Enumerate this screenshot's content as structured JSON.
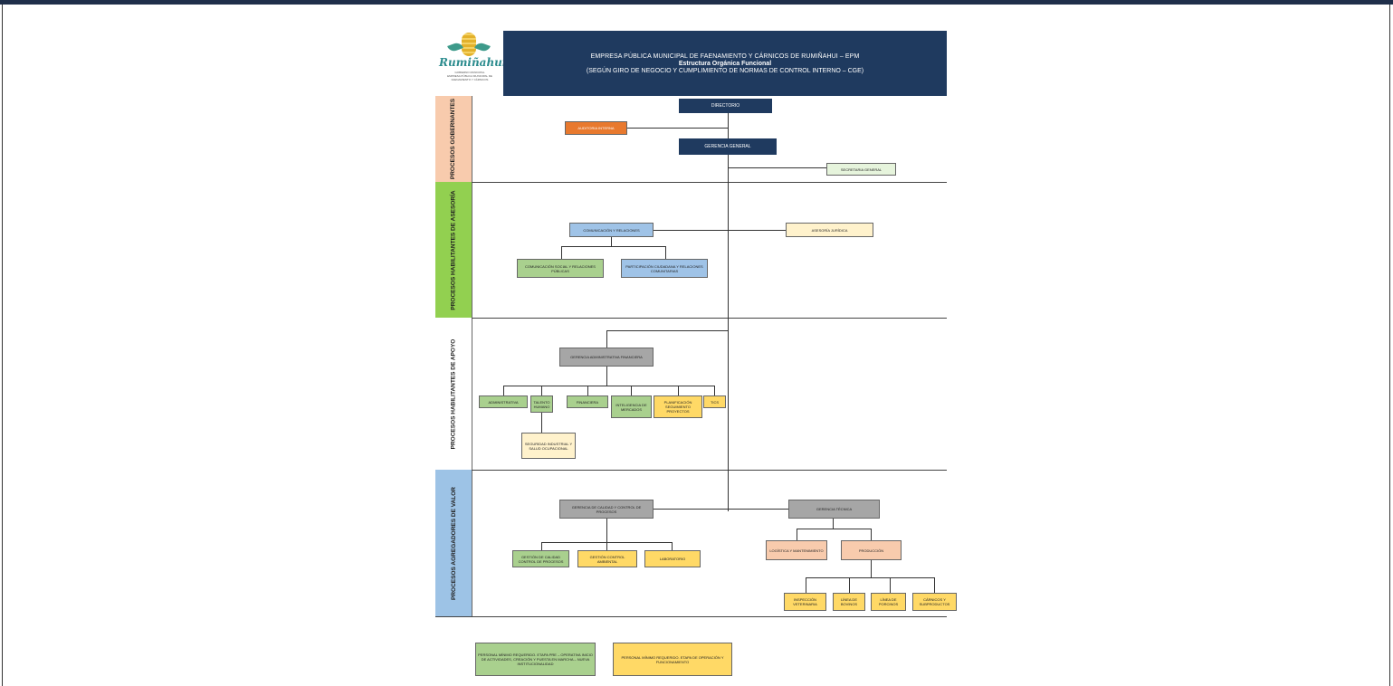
{
  "header": {
    "line1": "EMPRESA PÚBLICA MUNICIPAL DE FAENAMIENTO Y CÁRNICOS DE RUMIÑAHUI – EPM",
    "line2": "Estructura Orgánica Funcional",
    "line3": "(SEGÚN GIRO DE NEGOCIO Y CUMPLIMIENTO DE NORMAS DE CONTROL INTERNO – CGE)"
  },
  "logo": {
    "name": "Rumiñahui",
    "subtitle": "GOBIERNO MUNICIPAL",
    "subtitle2": "EMPRESA PÚBLICA MUNICIPAL DE FAENAMIENTO Y CÁRNICOS"
  },
  "bands": {
    "gobernantes": "PROCESOS GOBERNANTES",
    "asesoria": "PROCESOS HABILITANTES DE ASESORÍA",
    "apoyo": "PROCESOS HABILITANTES DE APOYO",
    "valor": "PROCESOS AGREGADORES DE VALOR"
  },
  "nodes": {
    "directorio": "DIRECTORIO",
    "auditoria": "AUDITORIA INTERNA",
    "gerencia_general": "GERENCIA GENERAL",
    "secretaria": "SECRETARIA GENERAL",
    "comunicacion": "COMUNICACIÓN Y RELACIONES",
    "asesoria_juridica": "ASESORÍA JURÍDICA",
    "com_social": "COMUNICACIÓN SOCIAL Y RELACIONES PÚBLICAS",
    "participacion": "PARTICIPACIÓN CIUDADANA Y RELACIONES COMUNITARIAS",
    "ger_admin": "GERENCIA ADMINISTRATIVA FINANCIERA",
    "administrativa": "ADMINISTRATIVA",
    "talento": "TALENTO HUMANO",
    "financiera": "FINANCIERA",
    "inteligencia": "INTELIGENCIA DE MERCADOS",
    "planificacion": "PLANIFICACIÓN SEGUIMIENTO PROYECTOS",
    "tics": "TICS",
    "seguridad": "SEGURIDAD INDUSTRIAL Y SALUD OCUPACIONAL",
    "ger_calidad": "GERENCIA DE CALIDAD Y CONTROL DE PROCESOS",
    "ger_tecnica": "GERENCIA TÉCNICA",
    "gestion_calidad": "GESTIÓN DE CALIDAD CONTROL DE PROCESOS",
    "gestion_ambiental": "GESTIÓN CONTROL AMBIENTAL",
    "laboratorio": "LABORATORIO",
    "logistica": "LOGÍSTICA Y MANTENIMIENTO",
    "produccion": "PRODUCCIÓN",
    "inspeccion": "INSPECCIÓN VETERINARIA",
    "linea_bovinos": "LÍNEA DE BOVINOS",
    "linea_porcinos": "LÍNEA DE PORCINOS",
    "carnicos": "CÁRNICOS Y SUBPRODUCTOS"
  },
  "legend": {
    "green": "PERSONAL MÍNIMO REQUERIDO. ETAPA PRE – OPERATIVA INICIO DE ACTIVIDADES, CREACIÓN Y PUESTA EN MARCHA – NUEVA INSTITUCIONALIDAD",
    "yellow": "PERSONAL MÍNIMO REQUERIDO. ETAPA DE OPERACIÓN Y FUNCIONAMIENTO"
  }
}
